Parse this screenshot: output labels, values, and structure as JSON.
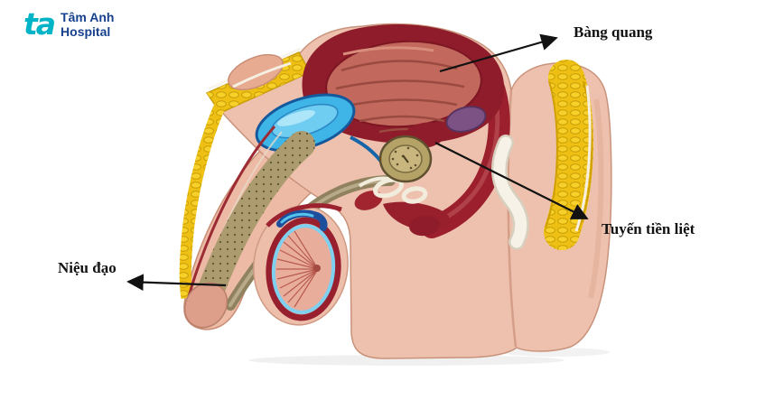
{
  "page": {
    "background_color": "#ffffff",
    "description": "Annotated photo-style diagram of a sagittal cross-section anatomical model of the male pelvis"
  },
  "logo": {
    "mark_text": "ta",
    "hospital_name_line1": "Tâm Anh",
    "hospital_name_line2": "Hospital",
    "mark_color": "#00b3c6",
    "text_color": "#17418e"
  },
  "annotations": {
    "bladder": {
      "label": "Bàng quang"
    },
    "prostate": {
      "label": "Tuyến tiền liệt"
    },
    "urethra": {
      "label": "Niệu đạo"
    }
  },
  "illustration": {
    "name": "male-pelvis-sagittal-cross-section-model",
    "arrow_color": "#121212",
    "colors": {
      "skin": "#eec1ae",
      "fat_yellow": "#eec013",
      "muscle_maroon": "#9b1f2d",
      "bladder_wall": "#8e1c2a",
      "bladder_interior": "#c2685c",
      "symphysis_blue": "#3eb5e6",
      "prostate_tan": "#b5a267",
      "epididymis_blue": "#1d4f9c",
      "white_band": "#f6f2e7"
    }
  }
}
